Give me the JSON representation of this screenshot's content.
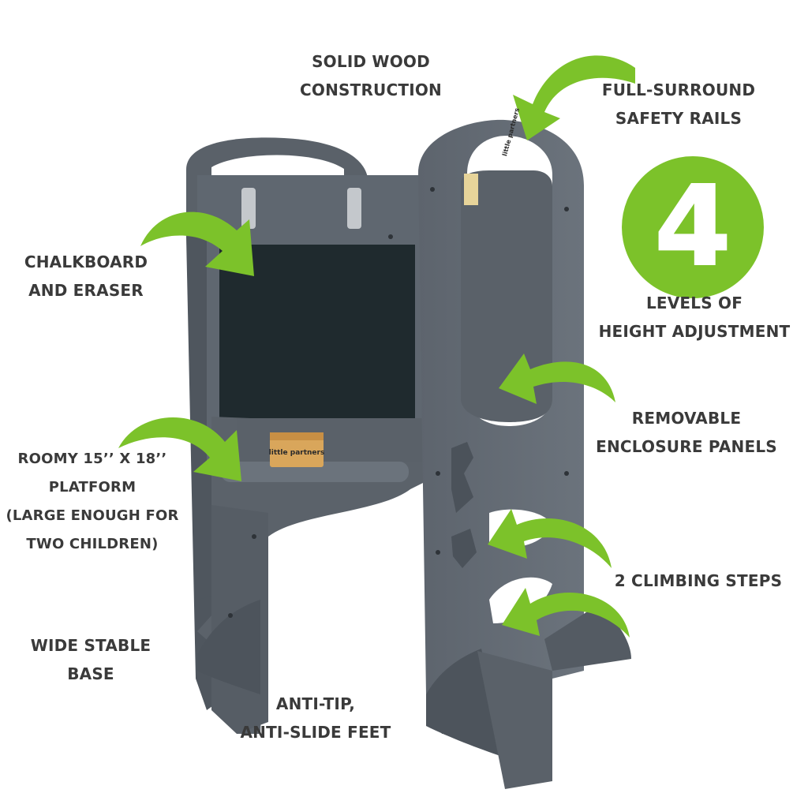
{
  "colors": {
    "accent": "#7cc22a",
    "product": "#5f6770",
    "product_dark": "#4b525a",
    "chalkboard": "#1f2a2e",
    "text": "#3a3a3a"
  },
  "labels": {
    "solid_wood": [
      "SOLID WOOD",
      "CONSTRUCTION"
    ],
    "safety_rails": [
      "FULL-SURROUND",
      "SAFETY RAILS"
    ],
    "levels_number": "4",
    "levels": [
      "LEVELS OF",
      "HEIGHT ADJUSTMENT"
    ],
    "chalkboard": [
      "CHALKBOARD",
      "AND ERASER"
    ],
    "panels": [
      "REMOVABLE",
      "ENCLOSURE PANELS"
    ],
    "platform": [
      "ROOMY 15’’ X 18’’",
      "PLATFORM",
      "(LARGE ENOUGH FOR",
      "TWO CHILDREN)"
    ],
    "steps": "2 CLIMBING STEPS",
    "base": [
      "WIDE STABLE",
      "BASE"
    ],
    "feet": [
      "ANTI-TIP,",
      "ANTI-SLIDE FEET"
    ]
  },
  "brand": {
    "eraser_logo": "little partners",
    "rail_logo": "little partners"
  },
  "icons": [
    "curved-arrow-icon"
  ]
}
